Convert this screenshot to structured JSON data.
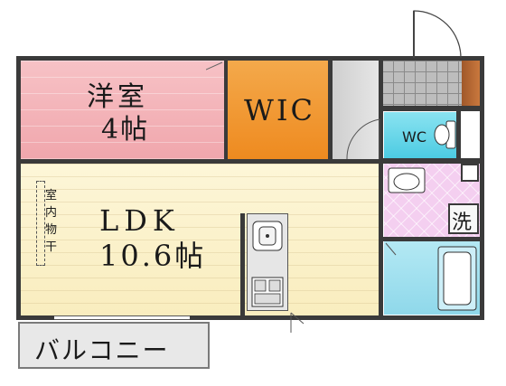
{
  "rooms": {
    "western": {
      "name": "洋室",
      "size": "4帖"
    },
    "wic": {
      "name": "WIC"
    },
    "ldk": {
      "name": "LDK",
      "size": "10.6帖"
    },
    "wc": {
      "name": "WC"
    },
    "laundry": {
      "name": "洗"
    },
    "indoor_drying": {
      "name": "室内物干"
    },
    "balcony": {
      "name": "バルコニー"
    }
  },
  "colors": {
    "western": "#f4b3b8",
    "wic": "#f39a2d",
    "ldk": "#fbf1c6",
    "wc": "#66d6ea",
    "washroom": "#f4cff0",
    "bath": "#9fe0f0",
    "entrance": "#bdbdbd",
    "kitchen": "#dddddd",
    "walls": "#3a3a3a"
  }
}
